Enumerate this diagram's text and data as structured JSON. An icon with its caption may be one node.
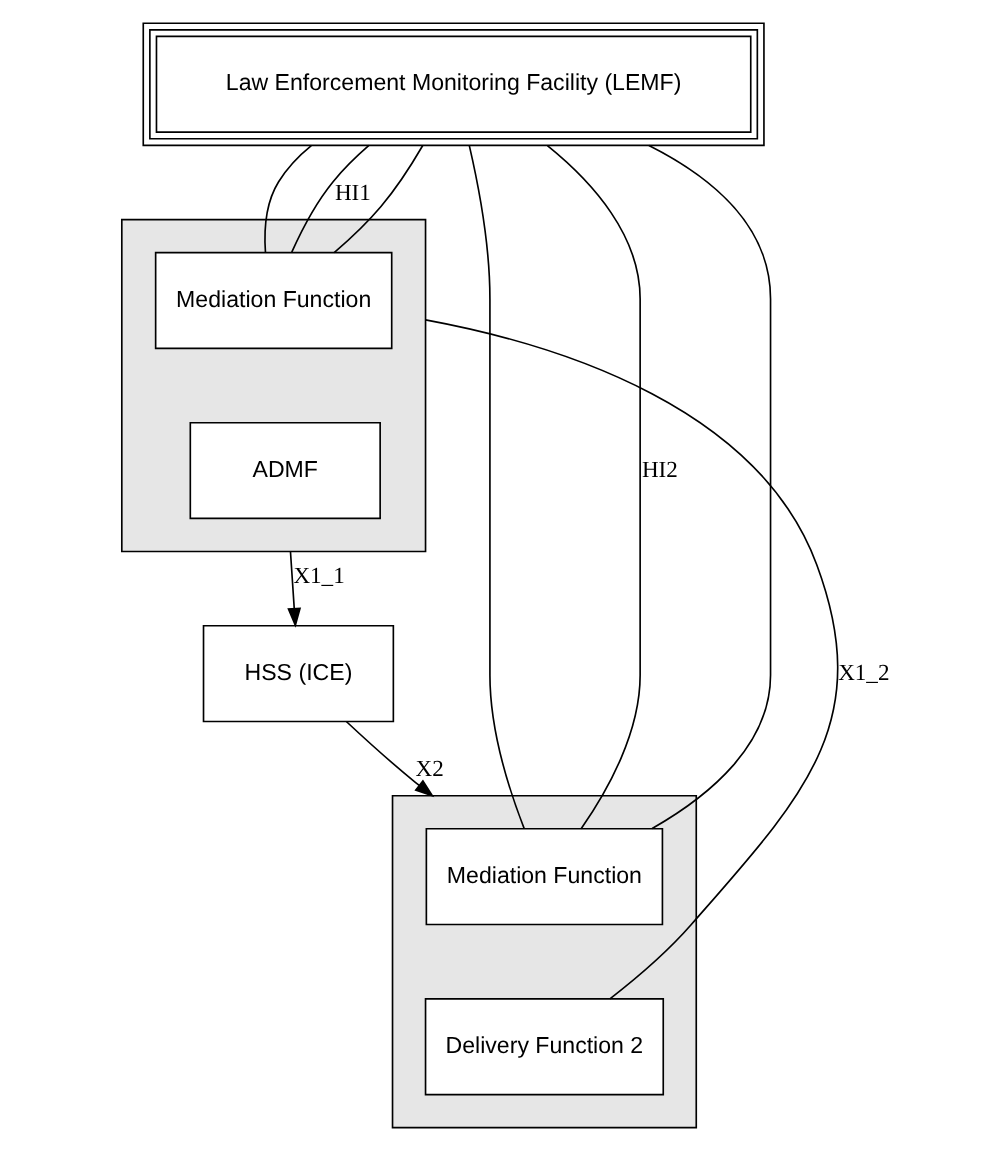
{
  "diagram": {
    "nodes": [
      {
        "text": [
          "Law Enforcement Monitoring Facility (LEMF)"
        ]
      },
      {
        "text": [],
        "shape": "box"
      },
      {
        "text": [
          "Mediation Function"
        ],
        "in": 1
      },
      {
        "text": [
          "Delivery Function 2"
        ],
        "in": 1
      },
      {
        "text": [],
        "shape": "box"
      },
      {
        "text": [
          "Mediation Function"
        ],
        "in": 4
      },
      {
        "text": [
          "ADMF"
        ],
        "in": 4
      },
      {
        "text": [
          "HSS (ICE)"
        ]
      }
    ],
    "edges": [
      {
        "from": 0,
        "to": 2,
        "arrow": "none"
      },
      {
        "from": 0,
        "to": 2,
        "arrow": "none",
        "label": "HI2"
      },
      {
        "from": 0,
        "to": 2,
        "arrow": "none"
      },
      {
        "from": 0,
        "to": 5,
        "arrow": "none"
      },
      {
        "from": 0,
        "to": 5,
        "arrow": "none",
        "label": "HI1"
      },
      {
        "from": 0,
        "to": 5,
        "arrow": "none"
      },
      {
        "from": 3,
        "to": 4,
        "arrow": "none",
        "label": "X1_2"
      },
      {
        "from": 7,
        "to": 1,
        "arrow": "to",
        "label": "X2"
      },
      {
        "from": 4,
        "to": 7,
        "arrow": "to",
        "label": "X1_1"
      }
    ]
  }
}
